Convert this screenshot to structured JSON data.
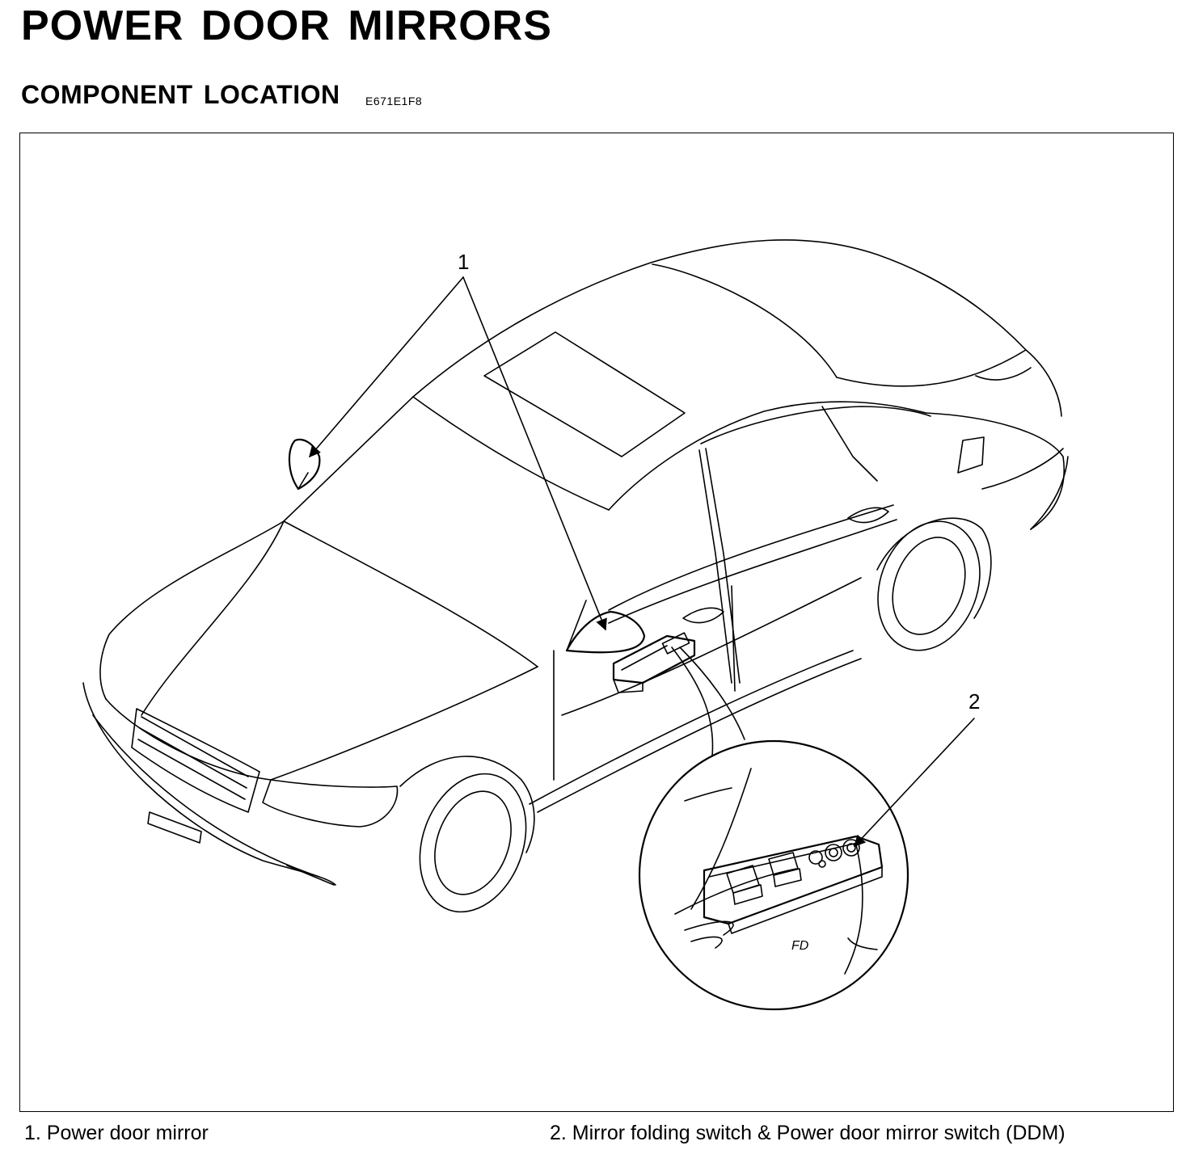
{
  "header": {
    "title": "POWER DOOR MIRRORS",
    "section": "COMPONENT LOCATION",
    "code": "E671E1F8"
  },
  "figure": {
    "callouts": [
      "1",
      "2"
    ],
    "emblem_text": "FD"
  },
  "legend": [
    "1. Power door mirror",
    "2. Mirror folding switch & Power door mirror switch (DDM)"
  ]
}
